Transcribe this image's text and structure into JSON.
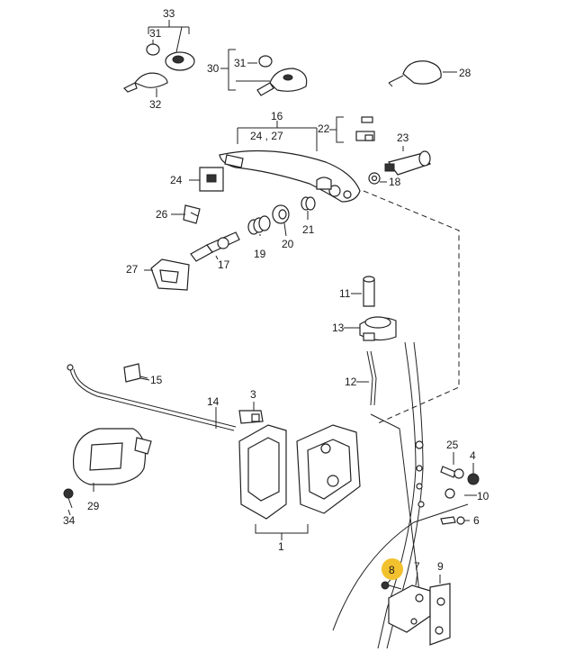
{
  "colors": {
    "highlight": "#F2C12E",
    "ink": "#222222",
    "background": "#FFFFFF"
  },
  "labels": {
    "p1": "1",
    "p3": "3",
    "p4": "4",
    "p6": "6",
    "p7": "7",
    "p8": "8",
    "p9": "9",
    "p10": "10",
    "p11": "11",
    "p12": "12",
    "p13": "13",
    "p14": "14",
    "p15": "15",
    "p16": "16",
    "p17": "17",
    "p18": "18",
    "p19": "19",
    "p20": "20",
    "p21": "21",
    "p22": "22",
    "p23": "23",
    "p24": "24",
    "p24_27": "24 , 27",
    "p25": "25",
    "p26": "26",
    "p27": "27",
    "p28": "28",
    "p29": "29",
    "p30": "30",
    "p31a": "31",
    "p31b": "31",
    "p32": "32",
    "p33": "33",
    "p34": "34"
  },
  "highlighted_part": "8"
}
